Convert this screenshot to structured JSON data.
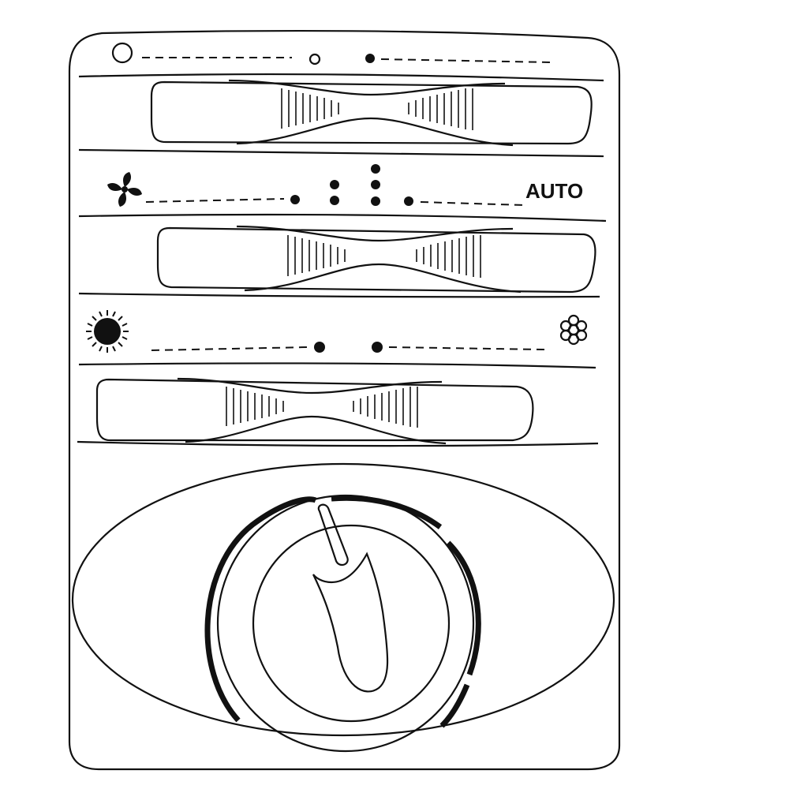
{
  "panel": {
    "ink_color": "#111111",
    "background_color": "#ffffff"
  },
  "row_vent_mode": {
    "icons": [
      "circle-outline-large-icon",
      "circle-outline-small-icon",
      "dot-filled-icon"
    ]
  },
  "row_fan_speed": {
    "icon": "fan-icon",
    "auto_label": "AUTO",
    "speed_levels": [
      1,
      2,
      3,
      1
    ]
  },
  "row_temperature_mode": {
    "left_icon": "sun-icon",
    "right_icon": "snowflake-cluster-icon"
  },
  "sliders": [
    {
      "name": "slider-vent-mode"
    },
    {
      "name": "slider-fan-speed"
    },
    {
      "name": "slider-temperature"
    }
  ],
  "rotary_knob": {
    "icon": "rotary-knob-icon"
  }
}
